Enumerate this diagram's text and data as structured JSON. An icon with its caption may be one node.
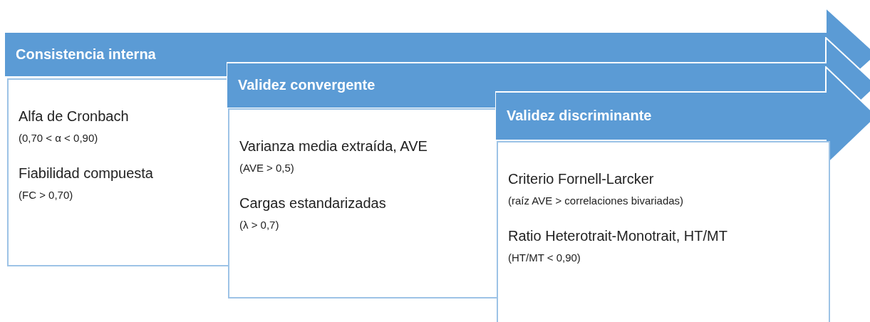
{
  "diagram": {
    "nodes": [
      {
        "text": [
          "Consistencia interna"
        ]
      },
      {
        "text": [
          "Alfa de Cronbach",
          "(0,70 < α <  0,90)",
          "Fiabilidad compuesta",
          "(FC >  0,70)"
        ]
      },
      {
        "text": [
          "Validez convergente"
        ]
      },
      {
        "text": [
          "Varianza media extraída, AVE",
          "(AVE > 0,5)",
          "Cargas estandarizadas",
          "(λ >  0,7)"
        ]
      },
      {
        "text": [
          "Validez discriminante"
        ]
      },
      {
        "text": [
          "Criterio Fornell-Larcker",
          "(raíz AVE > correlaciones bivariadas)",
          "Ratio Heterotrait-Monotrait, HT/MT",
          "(HT/MT < 0,90)"
        ]
      }
    ]
  }
}
